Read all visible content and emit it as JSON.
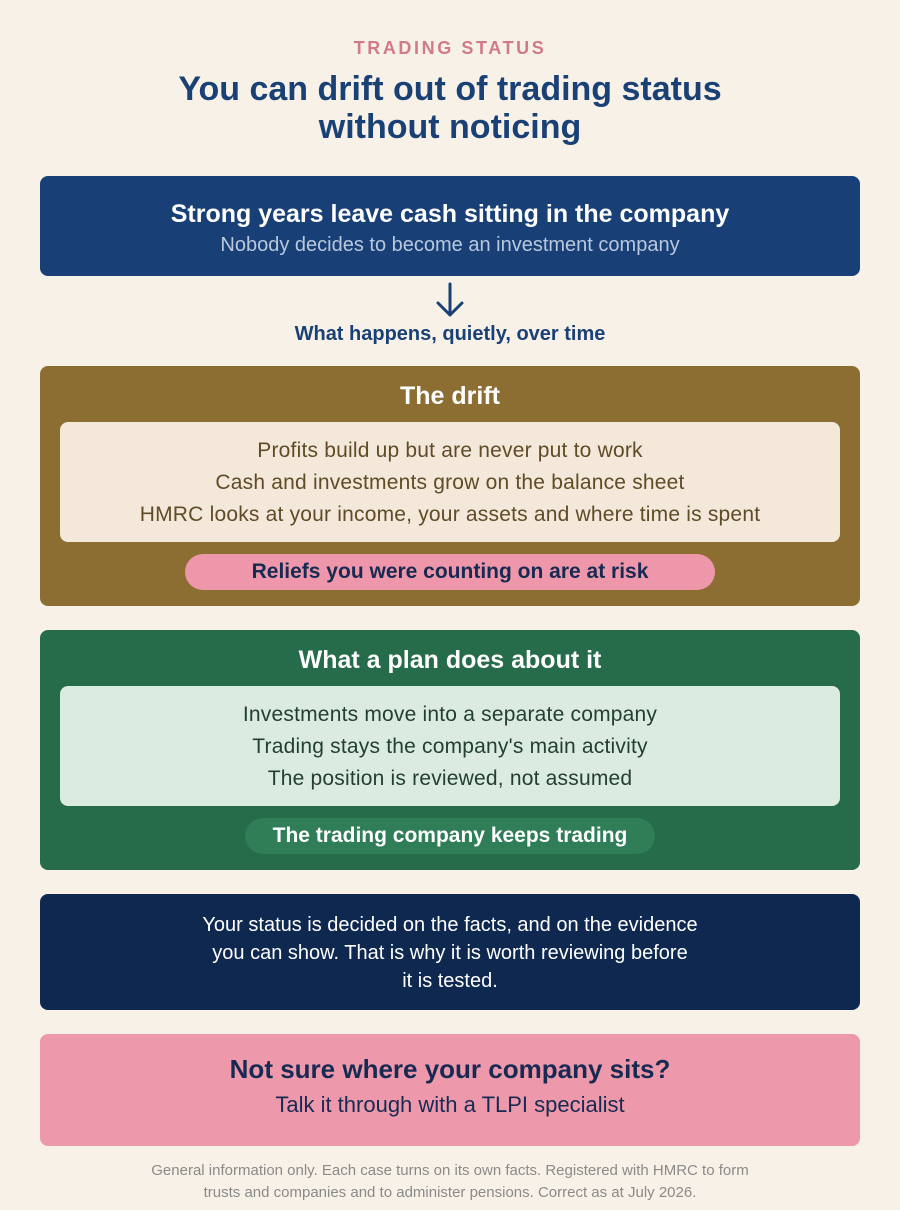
{
  "header": {
    "eyebrow": "TRADING STATUS",
    "title_line1": "You can drift out of trading status",
    "title_line2": "without noticing"
  },
  "hero": {
    "heading": "Strong years leave cash sitting in the company",
    "subheading": "Nobody decides to become an investment company"
  },
  "connector": {
    "icon": "arrow-down-icon",
    "label": "What happens, quietly, over time"
  },
  "drift": {
    "title": "The drift",
    "items": [
      "Profits build up but are never put to work",
      "Cash and investments grow on the balance sheet",
      "HMRC looks at your income, your assets and where time is spent"
    ],
    "outcome": "Reliefs you were counting on are at risk"
  },
  "plan": {
    "title": "What a plan does about it",
    "items": [
      "Investments move into a separate company",
      "Trading stays the company's main activity",
      "The position is reviewed, not assumed"
    ],
    "outcome": "The trading company keeps trading"
  },
  "note": {
    "lines": [
      "Your status is decided on the facts, and on the evidence",
      "you can show. That is why it is worth reviewing before",
      "it is tested."
    ]
  },
  "cta": {
    "heading": "Not sure where your company sits?",
    "subheading": "Talk it through with a TLPI specialist"
  },
  "footer": {
    "lines": [
      "General information only. Each case turns on its own facts. Registered with HMRC to form",
      "trusts and companies and to administer pensions. Correct as at July 2026."
    ]
  },
  "colors": {
    "background": "#f8f1e7",
    "navy": "#184076",
    "dark_navy": "#0e284f",
    "gold": "#8c6e32",
    "green": "#266b4a",
    "pink": "#ee97ab",
    "eyebrow_pink": "#d07a8c"
  }
}
